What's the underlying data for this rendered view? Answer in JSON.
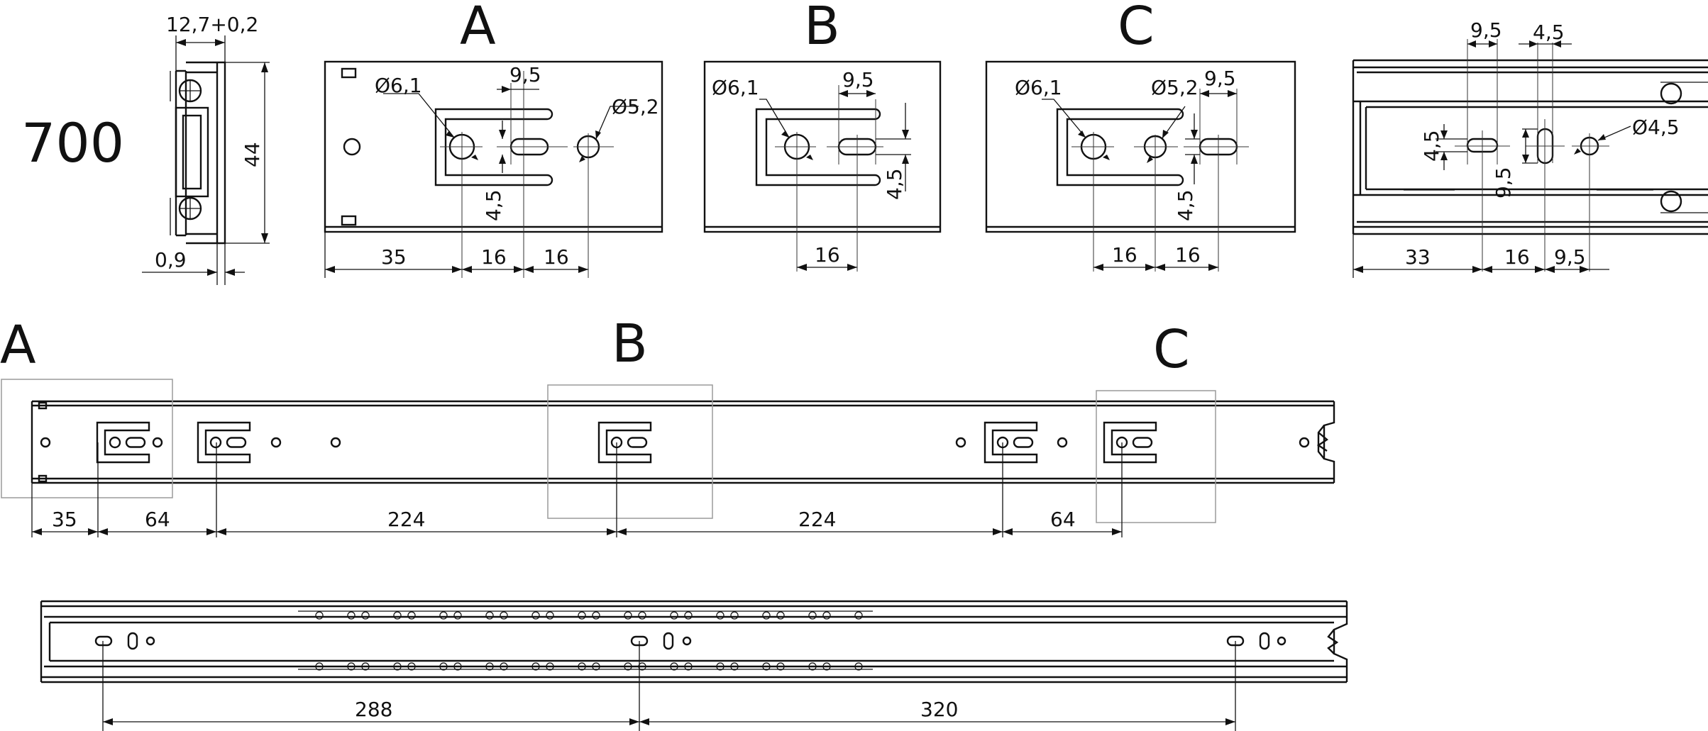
{
  "model": "700",
  "section_labels": {
    "a": "A",
    "b": "B",
    "c": "C"
  },
  "profile": {
    "width": "12,7+0,2",
    "height": "44",
    "offset": "0,9"
  },
  "detail_a": {
    "hole_large": "Ø6,1",
    "hole_small": "Ø5,2",
    "slot_len": "9,5",
    "slot_width": "4,5",
    "d1": "35",
    "d2": "16",
    "d3": "16"
  },
  "detail_b": {
    "hole_large": "Ø6,1",
    "slot_len": "9,5",
    "slot_width": "4,5",
    "d1": "16"
  },
  "detail_c": {
    "hole_large": "Ø6,1",
    "hole_small": "Ø5,2",
    "slot_len": "9,5",
    "slot_width": "4,5",
    "d1": "16",
    "d2": "16"
  },
  "detail_side": {
    "slot_h": "9,5",
    "slot_v": "4,5",
    "slot_h_width": "4,5",
    "slot_v_len": "9,5",
    "hole": "Ø4,5",
    "d1": "33",
    "d2": "16",
    "d3": "9,5"
  },
  "rail_dims": [
    "35",
    "64",
    "224",
    "224",
    "64"
  ],
  "slide_dims": [
    "288",
    "320"
  ]
}
